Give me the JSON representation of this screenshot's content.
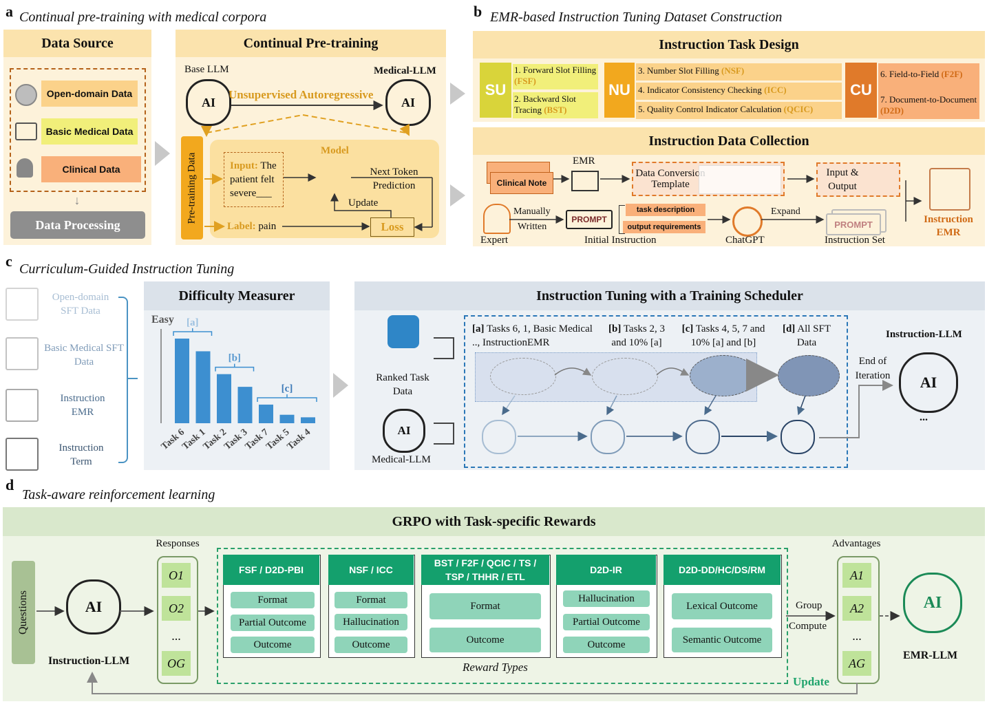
{
  "panel_a": {
    "letter": "a",
    "title": "Continual pre-training with medical corpora",
    "data_source": {
      "header": "Data Source",
      "items": [
        "Open-domain Data",
        "Basic Medical Data",
        "Clinical Data"
      ],
      "processing": "Data Processing"
    },
    "cpt": {
      "header": "Continual Pre-training",
      "base_llm": "Base LLM",
      "medical_llm": "Medical-LLM",
      "unsupervised": "Unsupervised Autoregressive",
      "pretraining_data": "Pre-training Data",
      "input_label": "Input:",
      "input_text": "The patient felt severe___",
      "model": "Model",
      "next_token": "Next Token Prediction",
      "update": "Update",
      "label_label": "Label:",
      "label_text": "pain",
      "loss": "Loss",
      "ai": "AI"
    }
  },
  "panel_b": {
    "letter": "b",
    "title": "EMR-based Instruction Tuning Dataset Construction",
    "task_design": {
      "header": "Instruction Task Design",
      "su": {
        "tag": "SU",
        "t1": "1. Forward Slot Filling",
        "t1_abbr": "(FSF)",
        "t2": "2. Backward Slot Tracing",
        "t2_abbr": "(BST)"
      },
      "nu": {
        "tag": "NU",
        "t3": "3. Number Slot Filling",
        "t3_abbr": "(NSF)",
        "t4": "4. Indicator Consistency Checking",
        "t4_abbr": "(ICC)",
        "t5": "5. Quality Control Indicator Calculation",
        "t5_abbr": "(QCIC)"
      },
      "cu": {
        "tag": "CU",
        "t6": "6. Field-to-Field",
        "t6_abbr": "(F2F)",
        "t7": "7. Document-to-Document",
        "t7_abbr": "(D2D)"
      }
    },
    "collection": {
      "header": "Instruction Data Collection",
      "clinical_note": "Clinical Note",
      "emr": "EMR",
      "template": "Data Conversion Template",
      "input_output": "Input & Output",
      "instruction_emr": "Instruction EMR",
      "expert": "Expert",
      "manually": "Manually",
      "written": "Written",
      "prompt": "PROMPT",
      "initial_instruction": "Initial Instruction",
      "task_description": "task description",
      "output_requirements": "output requirements",
      "chatgpt": "ChatGPT",
      "expand": "Expand",
      "instruction_set": "Instruction Set"
    }
  },
  "panel_c": {
    "letter": "c",
    "title": "Curriculum-Guided Instruction Tuning",
    "sources": [
      "Open-domain SFT Data",
      "Basic Medical SFT Data",
      "Instruction EMR",
      "Instruction Term"
    ],
    "difficulty_header": "Difficulty Measurer",
    "easy": "Easy",
    "scheduler_header": "Instruction Tuning with a Training Scheduler",
    "ranked": "Ranked Task Data",
    "medical_llm": "Medical-LLM",
    "stages": [
      {
        "tag": "[a]",
        "text": "Tasks 6, 1, Basic Medical .., InstructionEMR"
      },
      {
        "tag": "[b]",
        "text": "Tasks 2, 3 and 10% [a]"
      },
      {
        "tag": "[c]",
        "text": "Tasks 4, 5, 7 and 10% [a] and [b]"
      },
      {
        "tag": "[d]",
        "text": "All SFT Data"
      }
    ],
    "end_of_iteration": "End of Iteration",
    "instruction_llm": "Instruction-LLM",
    "ellipsis": "..."
  },
  "chart_data": {
    "type": "bar",
    "categories": [
      "Task 6",
      "Task 1",
      "Task 2",
      "Task 3",
      "Task 7",
      "Task 5",
      "Task 4"
    ],
    "values": [
      100,
      85,
      58,
      43,
      22,
      10,
      7
    ],
    "groups": [
      {
        "label": "[a]",
        "categories": [
          "Task 6",
          "Task 1"
        ]
      },
      {
        "label": "[b]",
        "categories": [
          "Task 2",
          "Task 3"
        ]
      },
      {
        "label": "[c]",
        "categories": [
          "Task 7",
          "Task 5",
          "Task 4"
        ]
      }
    ],
    "ylabel": "Easy",
    "color": "#3d8fd0"
  },
  "panel_d": {
    "letter": "d",
    "title": "Task-aware reinforcement learning",
    "header": "GRPO with Task-specific Rewards",
    "questions": "Questions",
    "instruction_llm": "Instruction-LLM",
    "responses": "Responses",
    "response_items": [
      "O1",
      "O2",
      "...",
      "OG"
    ],
    "reward_groups": [
      {
        "title": "FSF / D2D-PBI",
        "items": [
          "Format",
          "Partial Outcome",
          "Outcome"
        ]
      },
      {
        "title": "NSF / ICC",
        "items": [
          "Format",
          "Hallucination",
          "Outcome"
        ]
      },
      {
        "title": "BST / F2F / QCIC / TS / TSP / THHR / ETL",
        "items": [
          "Format",
          "Outcome"
        ]
      },
      {
        "title": "D2D-IR",
        "items": [
          "Hallucination",
          "Partial Outcome",
          "Outcome"
        ]
      },
      {
        "title": "D2D-DD/HC/DS/RM",
        "items": [
          "Lexical Outcome",
          "Semantic Outcome"
        ]
      }
    ],
    "reward_types": "Reward Types",
    "group": "Group",
    "compute": "Compute",
    "advantages": "Advantages",
    "advantage_items": [
      "A1",
      "A2",
      "...",
      "AG"
    ],
    "emr_llm": "EMR-LLM",
    "update": "Update"
  }
}
